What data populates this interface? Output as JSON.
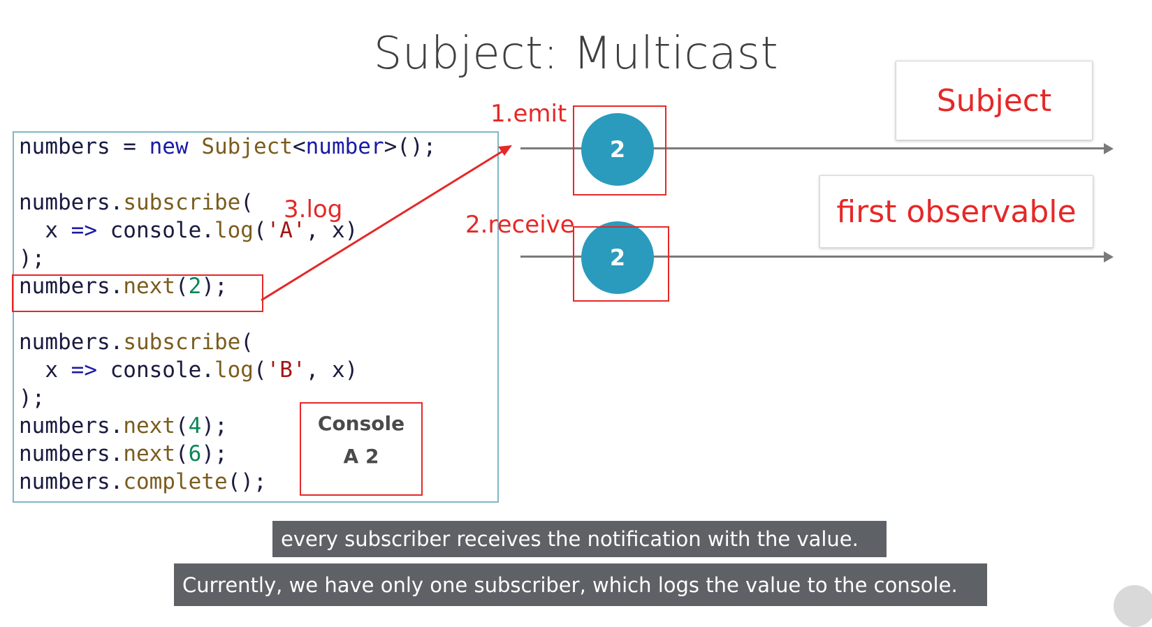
{
  "slide": {
    "title": "Subject: Multicast"
  },
  "code": {
    "lines": [
      "numbers = new Subject<number>();",
      "",
      "numbers.subscribe(",
      "  x => console.log('A', x)",
      ");",
      "numbers.next(2);",
      "",
      "numbers.subscribe(",
      "  x => console.log('B', x)",
      ");",
      "numbers.next(4);",
      "numbers.next(6);",
      "numbers.complete();"
    ]
  },
  "annotations": {
    "emit": "1.emit",
    "receive": "2.receive",
    "log": "3.log"
  },
  "legend": {
    "subject": "Subject",
    "first_observable": "first observable"
  },
  "marbles": {
    "subject_value": "2",
    "observable_value": "2"
  },
  "console": {
    "title": "Console",
    "output": "A 2"
  },
  "captions": {
    "line1": "every subscriber receives the notification with the value.",
    "line2": "Currently, we have only one subscriber, which logs the value to the console."
  },
  "colors": {
    "annotation_red": "#e52828",
    "marble_blue": "#2a9bbd",
    "code_border": "#7fb6c6",
    "caption_bg": "#5e6166"
  },
  "icons": {
    "corner": "pluralsight-logo-icon"
  }
}
